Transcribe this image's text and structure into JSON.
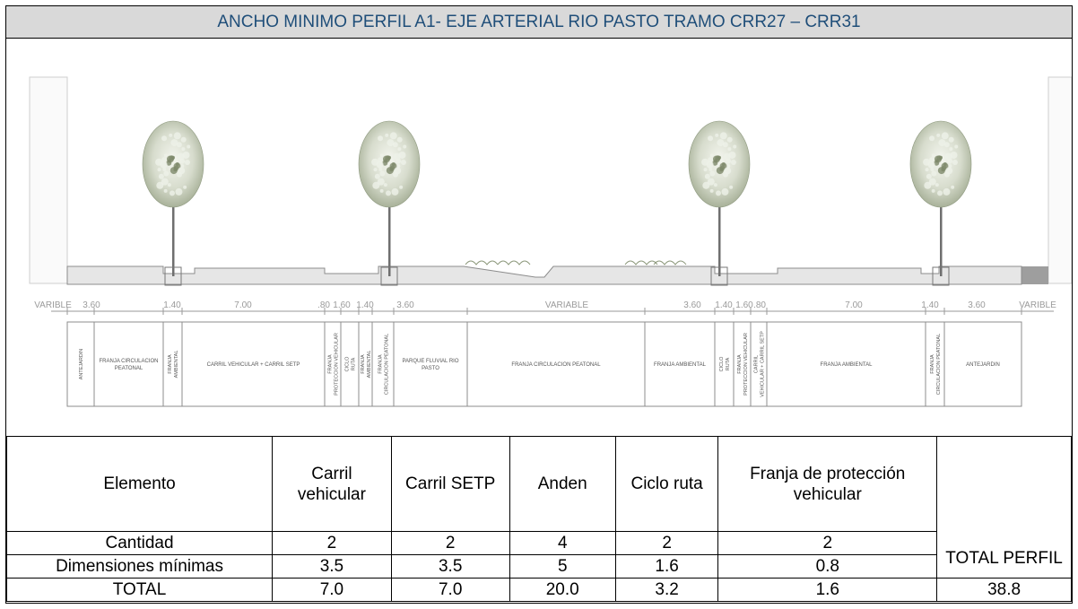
{
  "title": "ANCHO MINIMO PERFIL A1- EJE ARTERIAL RIO PASTO TRAMO CRR27 – CRR31",
  "drawing": {
    "dimensions": [
      "VARIBLE",
      "3.60",
      "1.40",
      "7.00",
      ".80",
      "1.60",
      "1.40",
      "3.60",
      "VARIABLE",
      "3.60",
      "1.40",
      "1.60",
      ".80",
      "7.00",
      "1.40",
      "3.60",
      "VARIBLE"
    ],
    "labels": [
      "ANTEJARDIN",
      "FRANJA CIRCULACION PEATONAL",
      "FRANJA AMBIENTAL",
      "CARRIL VEHICULAR + CARRIL SETP",
      "FRANJA PROTECCION VEHICULAR",
      "CICLO RUTA",
      "FRANJA AMBIENTAL",
      "FRANJA CIRCULACION PEATONAL",
      "PARQUE FLUVIAL RIO PASTO",
      "FRANJA CIRCULACION PEATONAL",
      "FRANJA AMBIENTAL",
      "CICLO RUTA",
      "FRANJA PROTECCION VEHICULAR",
      "CARRIL VEHICULAR + CARRIL SETP",
      "FRANJA AMBIENTAL",
      "FRANJA CIRCULACION PEATONAL",
      "ANTEJARDIN"
    ]
  },
  "table": {
    "headers": [
      "Elemento",
      "Carril vehicular",
      "Carril SETP",
      "Anden",
      "Ciclo ruta",
      "Franja de protección vehicular",
      "TOTAL PERFIL"
    ],
    "rows": [
      {
        "label": "Cantidad",
        "values": [
          "2",
          "2",
          "4",
          "2",
          "2"
        ]
      },
      {
        "label": "Dimensiones mínimas",
        "values": [
          "3.5",
          "3.5",
          "5",
          "1.6",
          "0.8"
        ]
      },
      {
        "label": "TOTAL",
        "values": [
          "7.0",
          "7.0",
          "20.0",
          "3.2",
          "1.6"
        ],
        "total": "38.8"
      }
    ]
  }
}
